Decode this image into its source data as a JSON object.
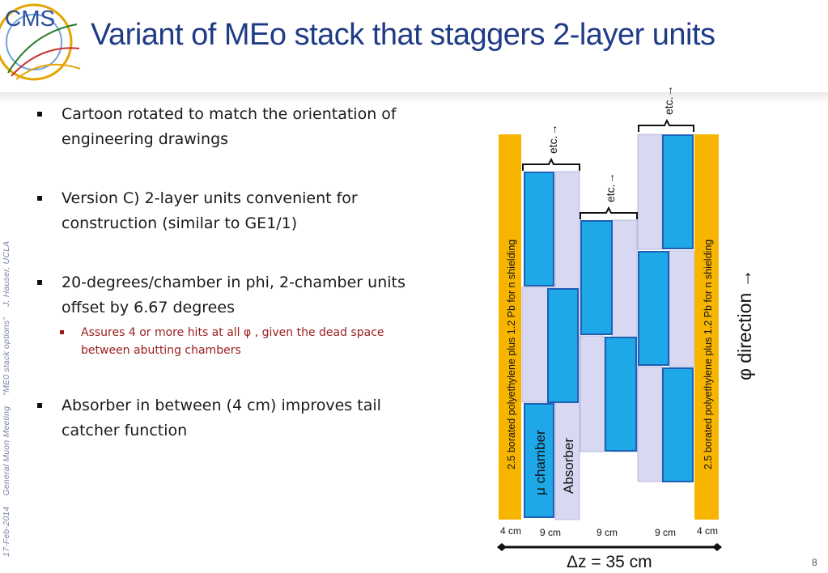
{
  "logo": {
    "text": "CMS"
  },
  "title": "Variant of MEo stack that staggers 2-layer units",
  "sidebar": {
    "date": "17-Feb-2014",
    "meeting": "General  Muon Meeting",
    "topic": "“ME0 stack options”",
    "author": "J. Hauser, UCLA"
  },
  "bullets": [
    {
      "text": "Cartoon rotated to match the orientation of engineering drawings"
    },
    {
      "text": "Version C) 2-layer units convenient for construction (similar to GE1/1)"
    },
    {
      "text": "20-degrees/chamber in phi, 2-chamber units offset by 6.67 degrees",
      "sub": "Assures 4 or more hits at all φ , given the dead space between abutting chambers"
    },
    {
      "text": "Absorber in between (4 cm) improves tail catcher function"
    }
  ],
  "diagram": {
    "shield_label": "2.5 borated polyethylene plus 1.2 Pb for n shielding",
    "chamber_label": "μ chamber",
    "absorber_label": "Absorber",
    "etc_label": "etc.→",
    "phi_label": "φ direction →",
    "widths": [
      "4 cm",
      "9 cm",
      "9 cm",
      "9 cm",
      "4 cm"
    ],
    "total": "Δz = 35 cm",
    "colors": {
      "shield": "#f7b500",
      "chamber": "#1fa8e8",
      "chamber_border": "#1f5fb5",
      "absorber": "#d8d8f3",
      "absorber_border": "#b9b9dd"
    }
  },
  "page_number": "8"
}
